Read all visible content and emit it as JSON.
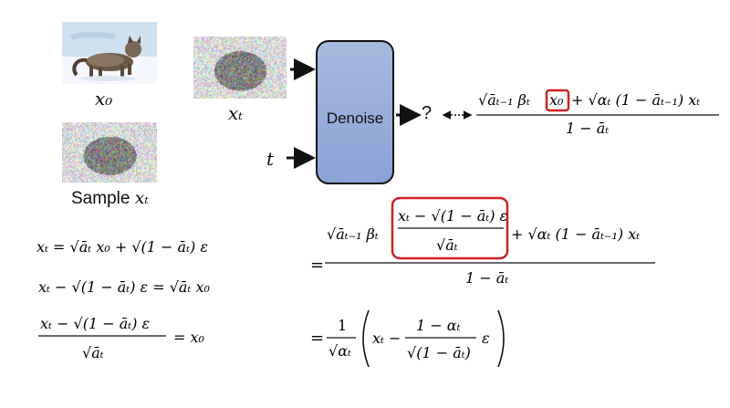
{
  "labels": {
    "x0": "x₀",
    "xt": "xₜ",
    "t": "t",
    "sample_prefix": "Sample ",
    "sample_var": "xₜ",
    "denoise": "Denoise",
    "question": "?"
  },
  "equations": {
    "left1": "xₜ = √āₜ x₀ + √(1 − āₜ) ε",
    "left2": "xₜ − √(1 − āₜ) ε = √āₜ x₀",
    "left3_num": "xₜ − √(1 − āₜ) ε",
    "left3_den": "√āₜ",
    "left3_rhs": "= x₀",
    "top_num_a": "√āₜ₋₁ βₜ",
    "top_num_x0": "x₀",
    "top_num_b": "+ √αₜ (1 − āₜ₋₁) xₜ",
    "top_den": "1 − āₜ",
    "mid_eq": "=",
    "mid_num_a": "√āₜ₋₁ βₜ",
    "mid_inner_num": "xₜ − √(1 − āₜ) ε",
    "mid_inner_den": "√āₜ",
    "mid_num_b": "+ √αₜ (1 − āₜ₋₁) xₜ",
    "mid_den": "1 − āₜ",
    "bot_eq": "=",
    "bot_frac_num": "1",
    "bot_frac_den": "√αₜ",
    "bot_xt": "xₜ −",
    "bot_inner_num": "1 − αₜ",
    "bot_inner_den": "√(1 − āₜ)",
    "bot_eps": "ε"
  },
  "colors": {
    "box_fill": "#97aedb",
    "highlight": "#d42020",
    "sky": "#cfe0f1",
    "snow": "#f4f7fb"
  }
}
